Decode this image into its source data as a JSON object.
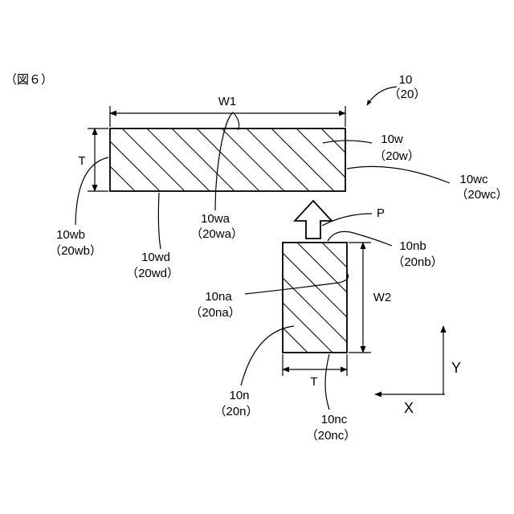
{
  "figure_label": "（図６）",
  "colors": {
    "ink": "#000000",
    "background": "#ffffff"
  },
  "labels": {
    "assembly": "10",
    "assembly_alt": "（20）",
    "w1": "W1",
    "t_top": "T",
    "w": "10w",
    "w_alt": "（20w）",
    "wc": "10wc",
    "wc_alt": "（20wc）",
    "wa": "10wa",
    "wa_alt": "（20wa）",
    "wb": "10wb",
    "wb_alt": "（20wb）",
    "wd": "10wd",
    "wd_alt": "（20wd）",
    "p": "P",
    "nb": "10nb",
    "nb_alt": "（20nb）",
    "na": "10na",
    "na_alt": "（20na）",
    "w2": "W2",
    "n": "10n",
    "n_alt": "（20n）",
    "t_bottom": "T",
    "nc": "10nc",
    "nc_alt": "（20nc）",
    "axis_y": "Y",
    "axis_x": "X"
  }
}
